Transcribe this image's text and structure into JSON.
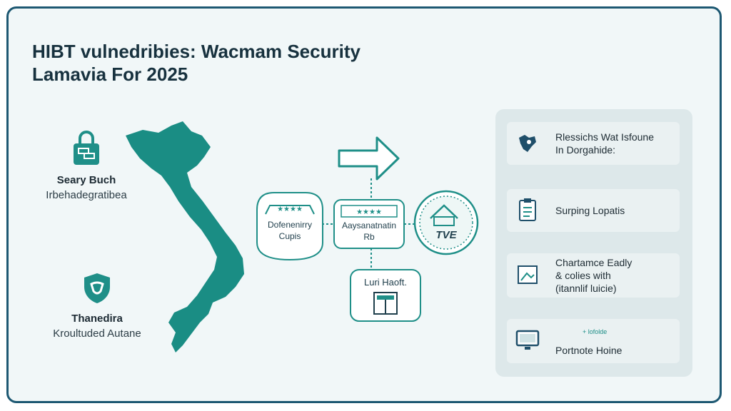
{
  "title": {
    "line1": "HIBT vulnedribies: Wacmam Security",
    "line2": "Lamavia For 2025"
  },
  "left": {
    "top": {
      "heading": "Seary Buch",
      "sub": "Irbehadegratibea",
      "icon": "lock-icon"
    },
    "bottom": {
      "heading": "Thanedira",
      "sub": "Kroultuded Autane",
      "icon": "shield-icon"
    }
  },
  "diagram": {
    "node1": {
      "lines": [
        "Dofenenirry",
        "Cupis"
      ],
      "stars": "★★★★"
    },
    "node2": {
      "lines": [
        "Aaysanatnatin",
        "Rb"
      ],
      "stars": "★★★★"
    },
    "node3": {
      "label": "TVE",
      "icon": "house-seal-icon"
    },
    "node4": {
      "label": "Luri Haoft."
    },
    "arrow_icon": "right-arrow-icon"
  },
  "panel": {
    "rows": [
      {
        "lines": [
          "Rlessichs Wat Isfoune",
          "In Dorgahide:"
        ],
        "icon": "map-icon"
      },
      {
        "lines": [
          "Surping Lopatis"
        ],
        "icon": "checklist-icon"
      },
      {
        "lines": [
          "Chartamce Eadly",
          "& colies with",
          "(itannlif luicie)"
        ],
        "icon": "document-icon"
      },
      {
        "lines": [
          "Portnote Hoine"
        ],
        "badge": "+ lofolde",
        "icon": "monitor-icon"
      }
    ]
  },
  "colors": {
    "teal": "#1f8f88",
    "frame": "#1d5872",
    "text": "#17313e"
  }
}
